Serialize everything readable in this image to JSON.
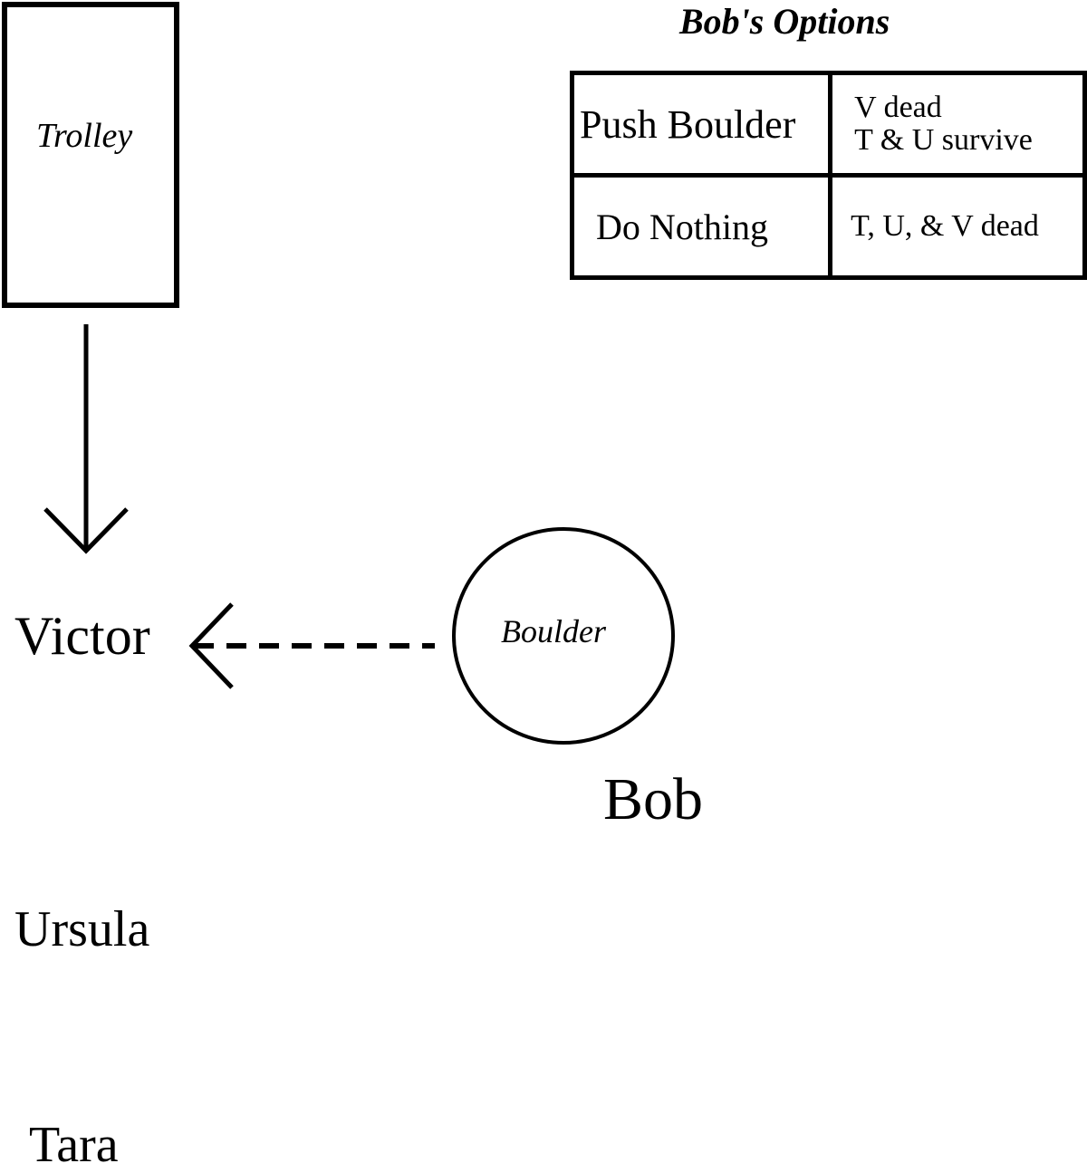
{
  "diagram": {
    "trolley_label": "Trolley",
    "boulder_label": "Boulder",
    "people": {
      "victor": "Victor",
      "bob": "Bob",
      "ursula": "Ursula",
      "tara": "Tara"
    }
  },
  "options": {
    "title": "Bob's Options",
    "rows": [
      {
        "option": "Push Boulder",
        "outcome_lines": [
          "V dead",
          "T & U survive"
        ]
      },
      {
        "option": "Do Nothing",
        "outcome_lines": [
          "T, U, & V dead"
        ]
      }
    ]
  },
  "colors": {
    "stroke": "#000000",
    "background": "#ffffff"
  }
}
